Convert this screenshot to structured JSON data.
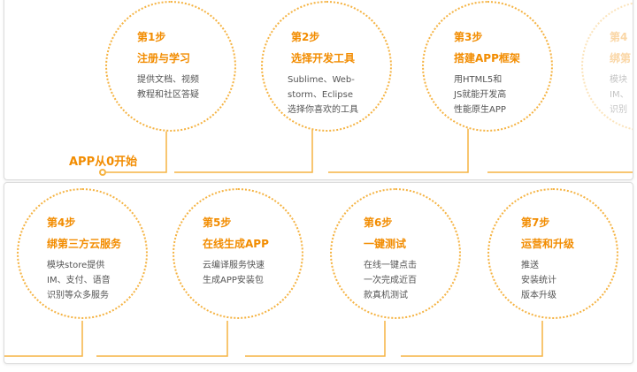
{
  "start_label": "APP从0开始",
  "steps": [
    {
      "num": "第1步",
      "title": "注册与学习",
      "desc": [
        "提供文档、视频",
        "教程和社区答疑"
      ]
    },
    {
      "num": "第2步",
      "title": "选择开发工具",
      "desc": [
        "Sublime、Web-",
        "storm、Eclipse",
        "选择你喜欢的工具"
      ]
    },
    {
      "num": "第3步",
      "title": "搭建APP框架",
      "desc": [
        "用HTML5和",
        "JS就能开发高",
        "性能原生APP"
      ]
    },
    {
      "num": "第4步",
      "title": "绑第三方云服务",
      "desc": [
        "模块store提供",
        "IM、支付、语音",
        "识别等众多服务"
      ]
    },
    {
      "num": "第5步",
      "title": "在线生成APP",
      "desc": [
        "云编译服务快速",
        "生成APP安装包"
      ]
    },
    {
      "num": "第6步",
      "title": "一键测试",
      "desc": [
        "在线一键点击",
        "一次完成近百",
        "款真机测试"
      ]
    },
    {
      "num": "第7步",
      "title": "运营和升级",
      "desc": [
        "推送",
        "安装统计",
        "版本升级"
      ]
    }
  ],
  "peek": {
    "num": "第4",
    "title": "绑第",
    "desc": [
      "模块",
      "IM、",
      "识别"
    ]
  },
  "colors": {
    "accent": "#f28c00",
    "line": "#f5b342",
    "text": "#555555",
    "border": "#dcdcdc"
  }
}
